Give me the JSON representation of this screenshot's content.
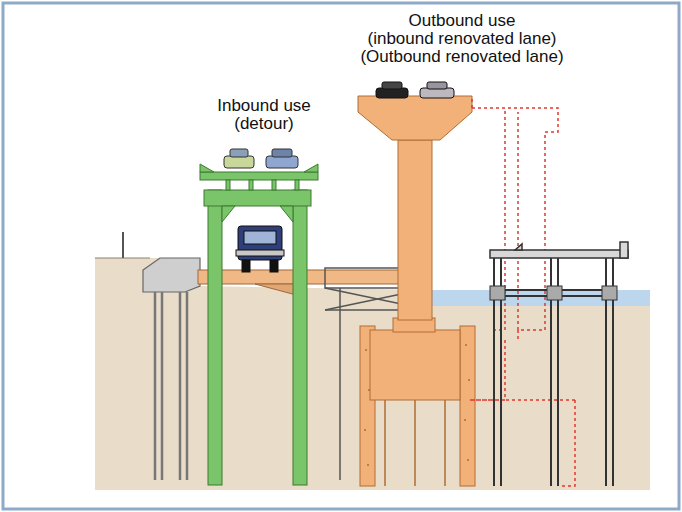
{
  "diagram": {
    "labels": [
      "Outbound use",
      "(inbound renovated lane)",
      "(Outbound renovated lane)",
      "Inbound use",
      "(detour)"
    ]
  }
}
